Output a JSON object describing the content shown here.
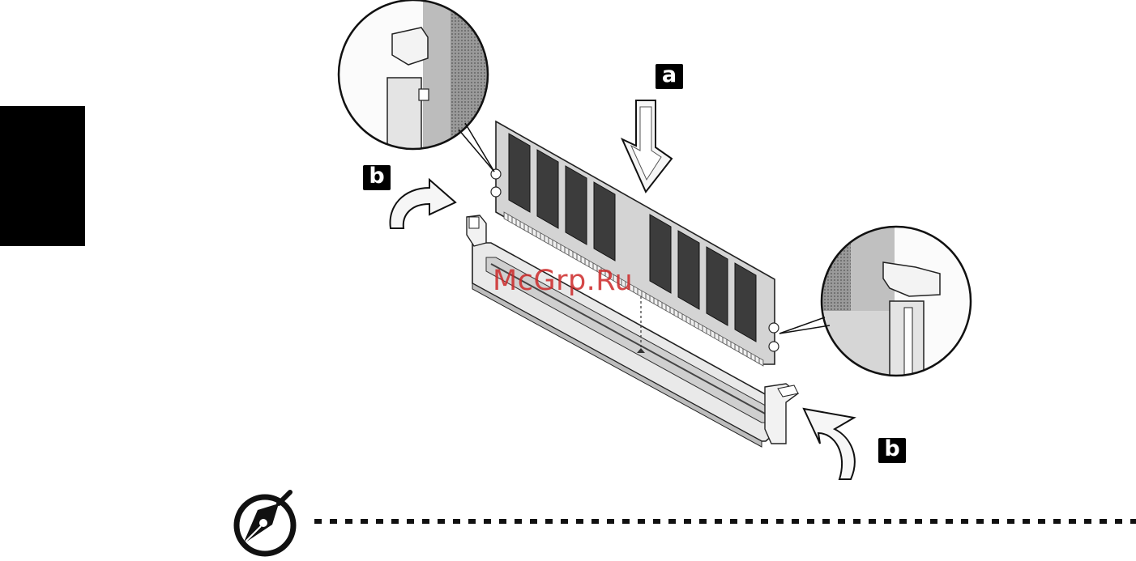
{
  "figure": {
    "callout_a": "a",
    "callout_b_left": "b",
    "callout_b_right": "b",
    "watermark": "McGrp.Ru"
  },
  "icons": {
    "note": "pen-nib-icon"
  },
  "colors": {
    "tab": "#000000",
    "watermark": "#cd2828",
    "module": "#cfcfcf",
    "chip": "#3a3a3a",
    "slot": "#e6e6e6"
  }
}
